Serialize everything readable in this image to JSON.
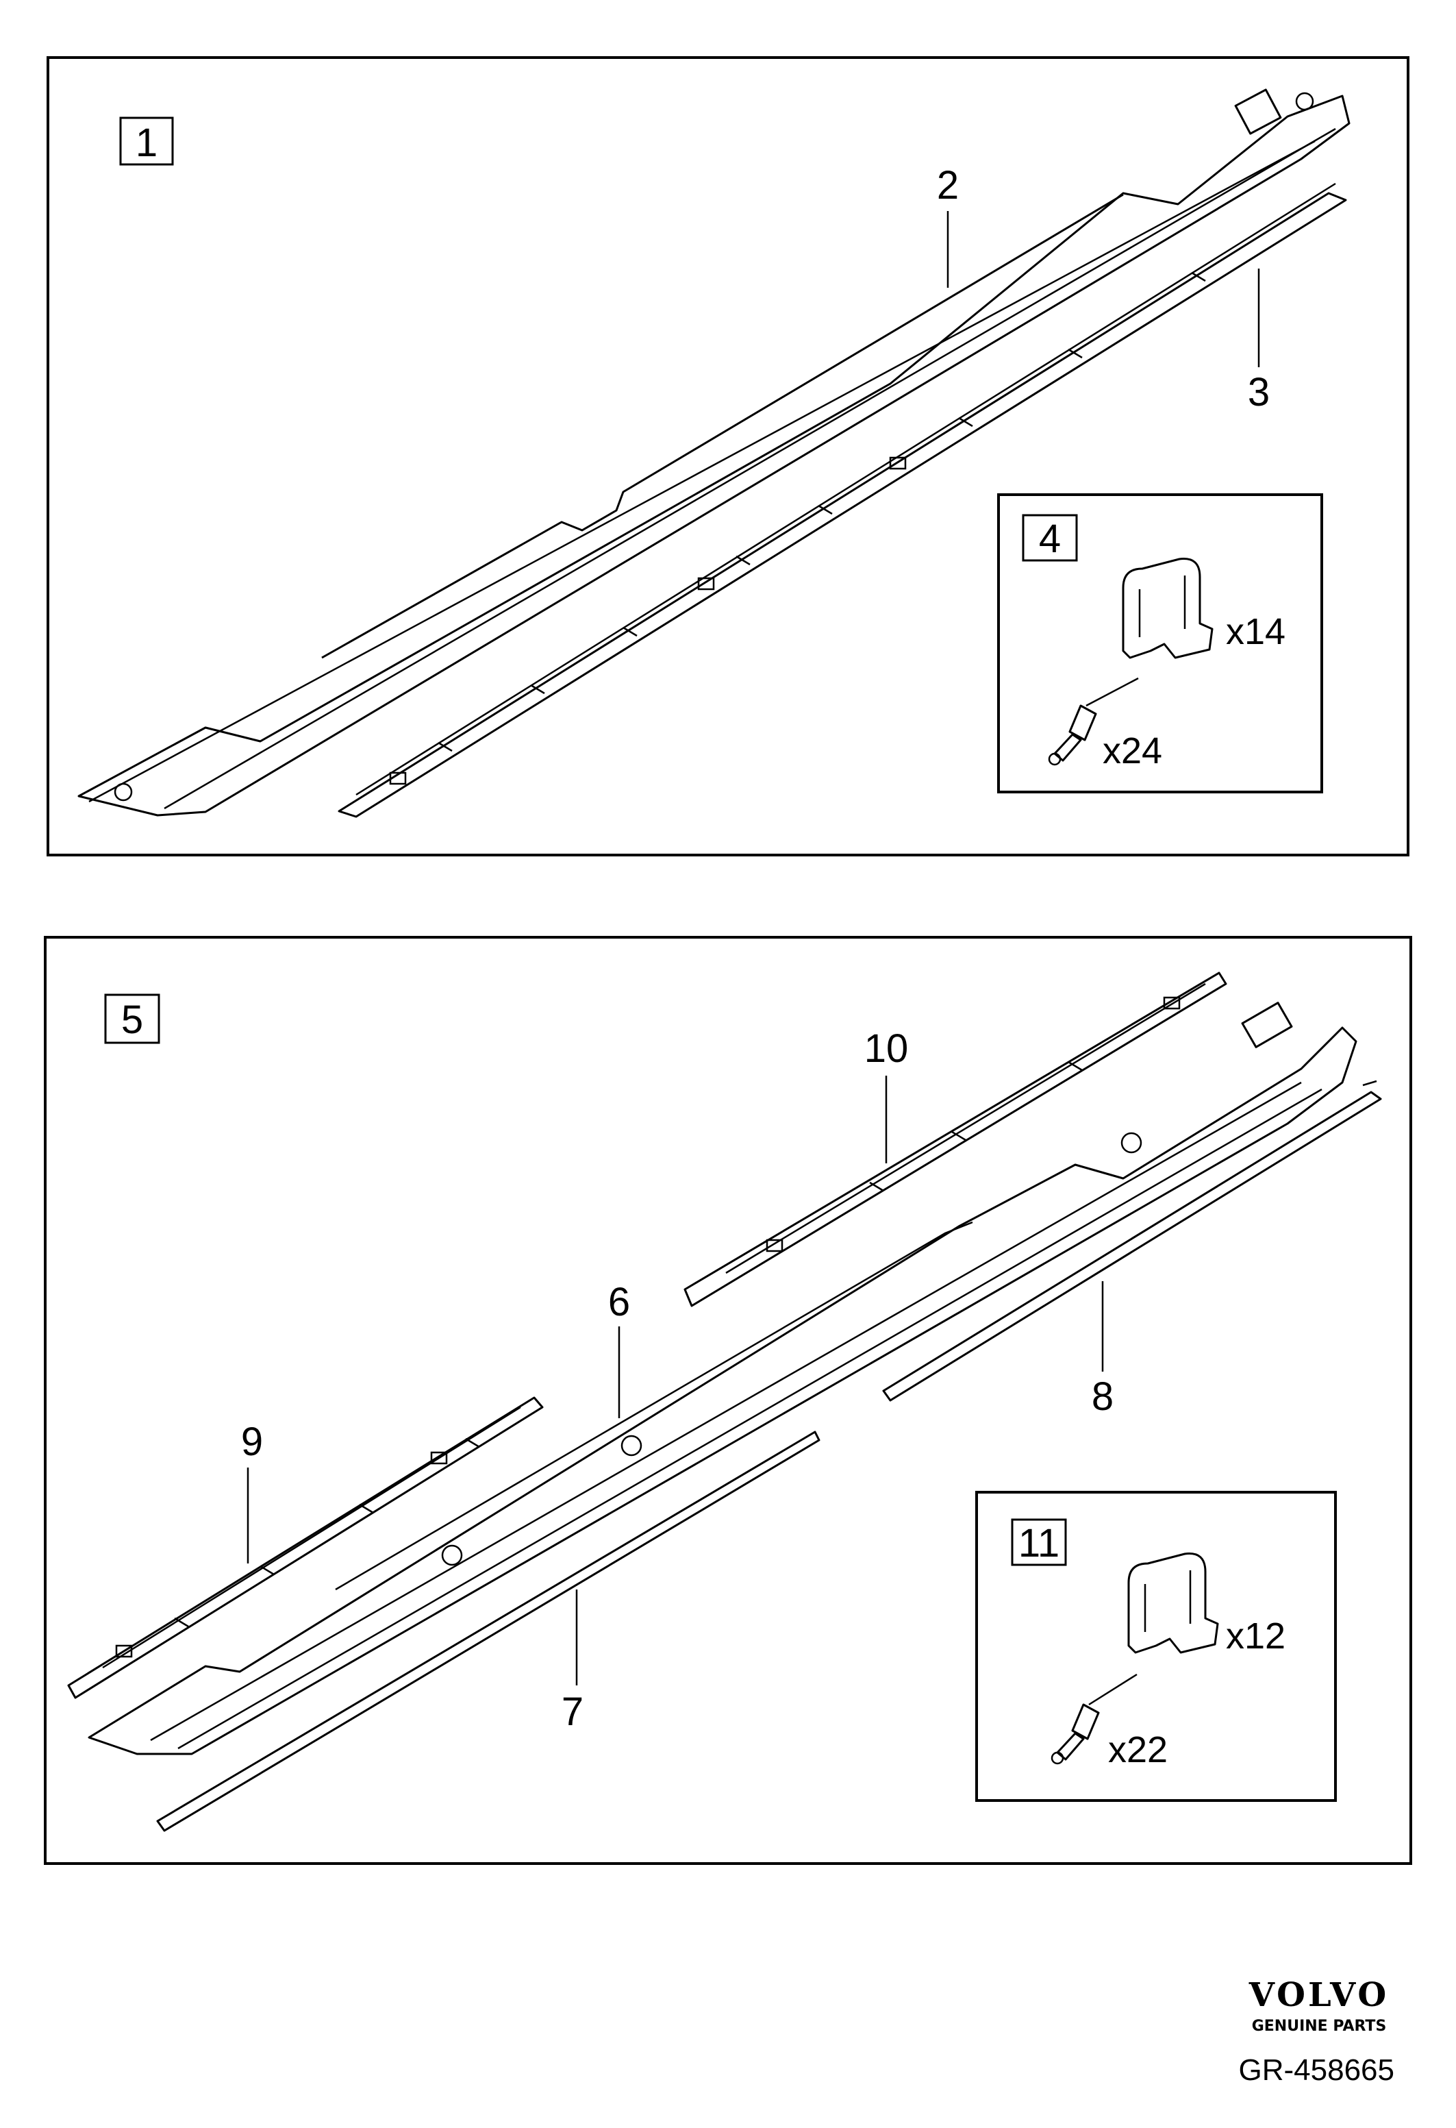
{
  "panels": [
    {
      "box_label": "1",
      "callouts": [
        "2",
        "3"
      ],
      "kit": {
        "box_label": "4",
        "clip_qty": "x14",
        "rivet_qty": "x24"
      }
    },
    {
      "box_label": "5",
      "callouts": [
        "6",
        "7",
        "8",
        "9",
        "10"
      ],
      "kit": {
        "box_label": "11",
        "clip_qty": "x12",
        "rivet_qty": "x22"
      }
    }
  ],
  "footer": {
    "brand": "VOLVO",
    "brand_sub": "GENUINE PARTS",
    "doc_id": "GR-458665"
  }
}
